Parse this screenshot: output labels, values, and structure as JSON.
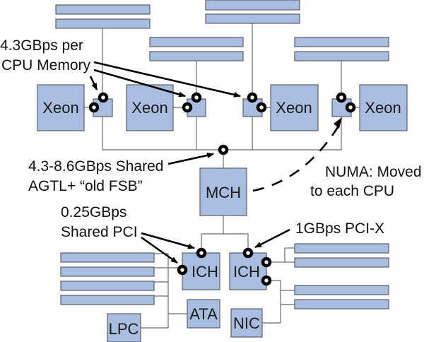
{
  "diagram": {
    "components": {
      "cpus": [
        "Xeon",
        "Xeon",
        "Xeon",
        "Xeon"
      ],
      "mch": "MCH",
      "ich_left": "ICH",
      "ich_right": "ICH",
      "ata": "ATA",
      "lpc": "LPC",
      "nic": "NIC"
    },
    "annotations": {
      "cpu_memory": [
        "4.3GBps per",
        "CPU Memory"
      ],
      "fsb": [
        "4.3-8.6GBps Shared",
        "AGTL+  “old FSB”"
      ],
      "numa": [
        "NUMA:  Moved",
        "to each CPU"
      ],
      "pci": [
        "0.25GBps",
        "Shared PCI"
      ],
      "pcix": "1GBps PCI-X"
    },
    "colors": {
      "component_fill": "#a8bde0",
      "outline": "#5a5f6a",
      "arrow": "#000000"
    }
  }
}
